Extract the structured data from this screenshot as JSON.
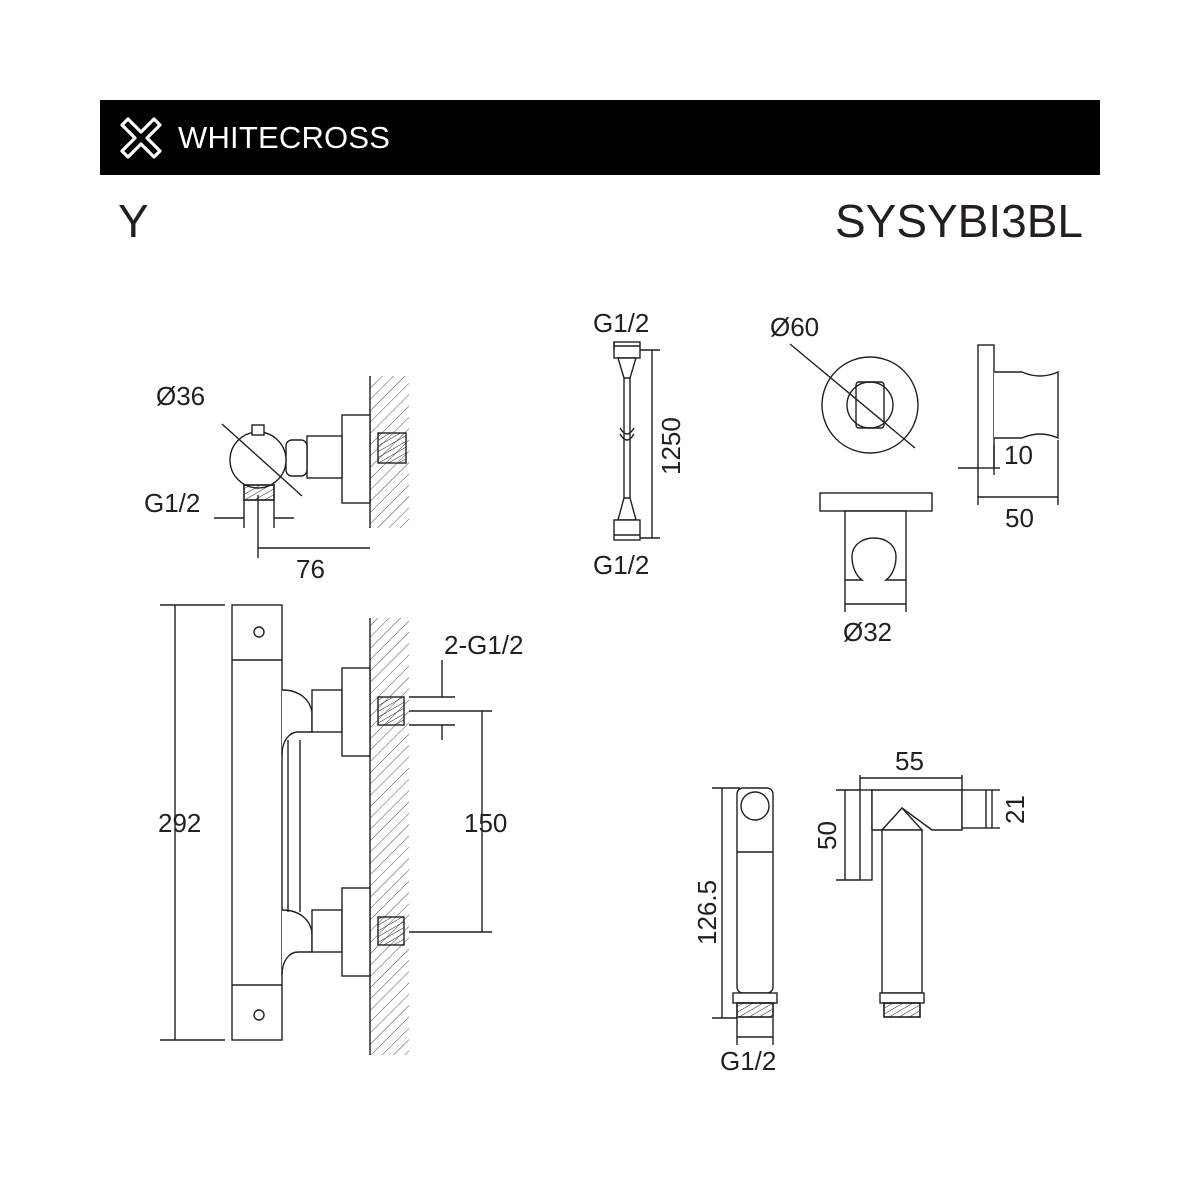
{
  "header": {
    "brand_name": "WHITECROSS",
    "logo_icon": "cross-logo-icon",
    "bar_color": "#000000"
  },
  "series": "Y",
  "sku": "SYSYBI3BL",
  "views": {
    "mixer_side": {
      "diameter_label": "Ø36",
      "outlet_label": "G1/2",
      "depth_label": "76"
    },
    "mixer_front": {
      "height_label": "292",
      "inlet_label": "2-G1/2",
      "center_distance_label": "150"
    },
    "hose": {
      "top_thread_label": "G1/2",
      "length_label": "1250",
      "bottom_thread_label": "G1/2"
    },
    "holder_front": {
      "diameter_label": "Ø60"
    },
    "holder_side": {
      "plate_label": "10",
      "depth_label": "50"
    },
    "holder_top": {
      "diameter_label": "Ø32"
    },
    "handshower_front": {
      "length_label": "126.5",
      "thread_label": "G1/2"
    },
    "handshower_side": {
      "width_label": "55",
      "height_label": "50",
      "head_label": "21"
    }
  }
}
